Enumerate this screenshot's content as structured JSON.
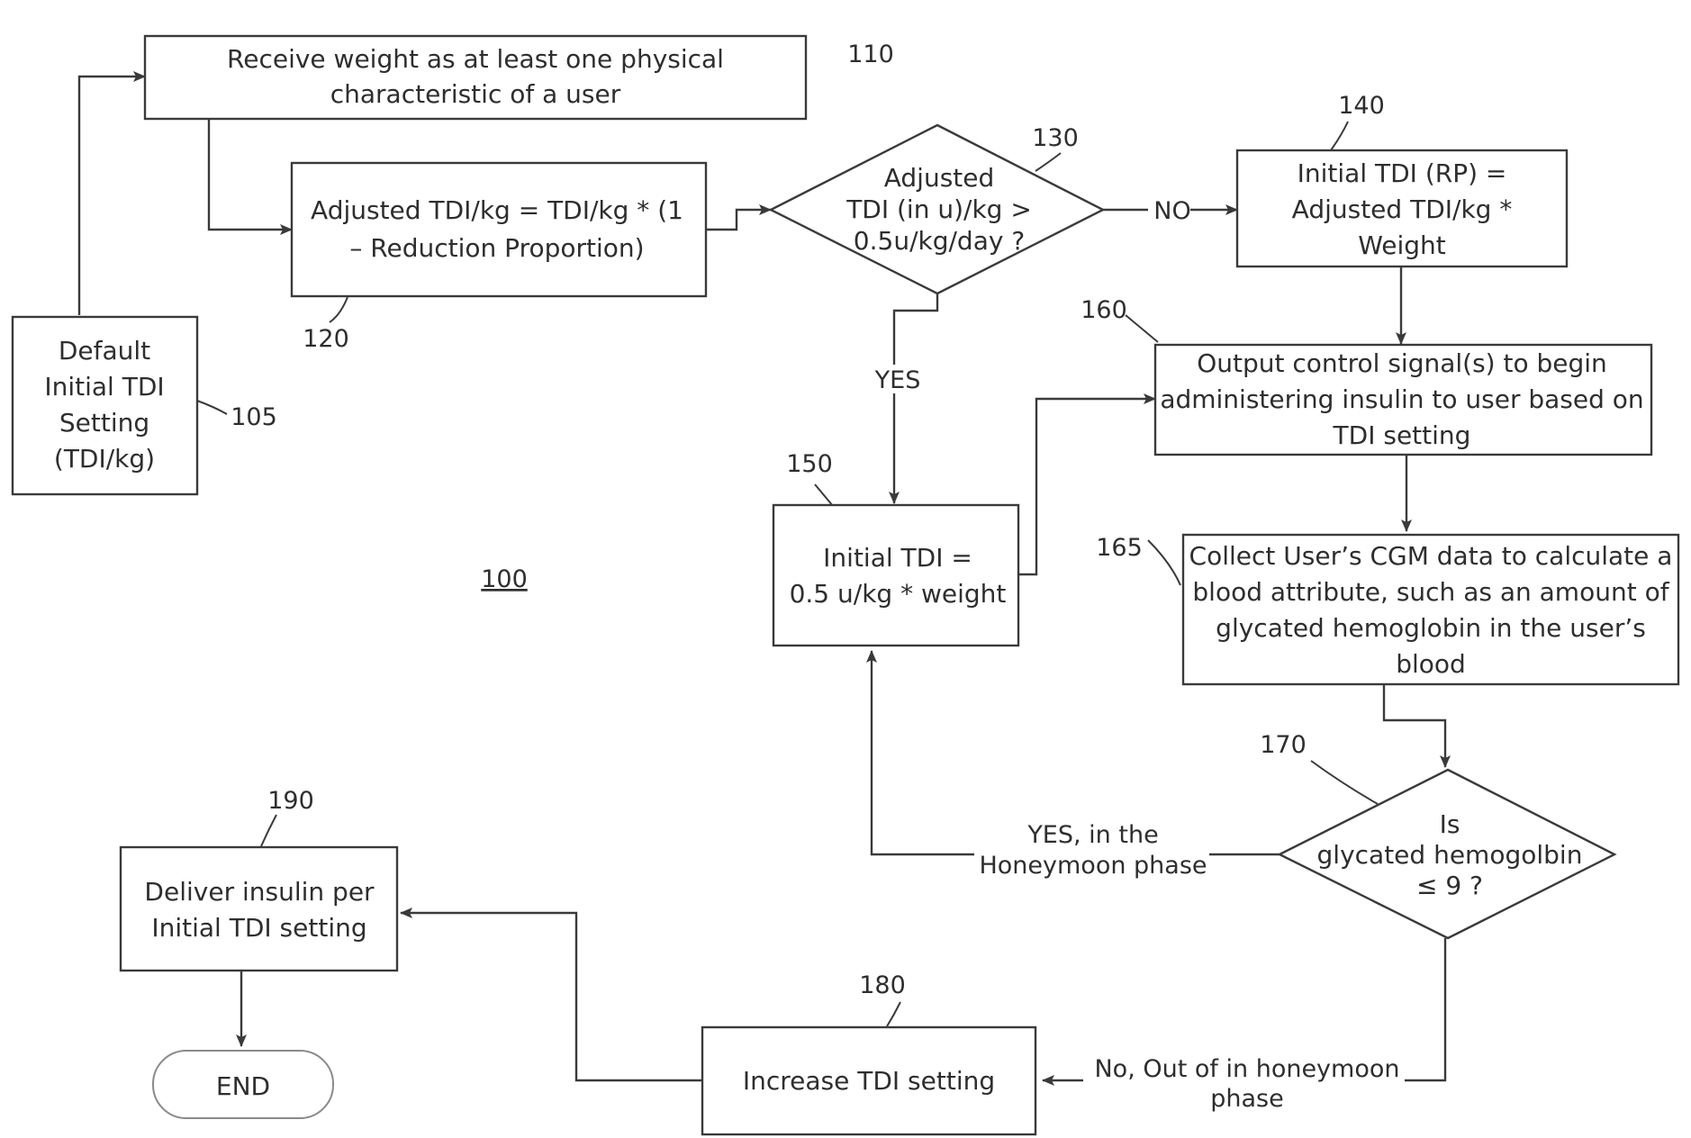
{
  "figure_ref": "100",
  "nodes": {
    "n105": {
      "ref": "105",
      "lines": [
        "Default",
        "Initial TDI",
        "Setting",
        "(TDI/kg)"
      ]
    },
    "n110": {
      "ref": "110",
      "lines": [
        "Receive weight as at least one physical",
        "characteristic of a user"
      ]
    },
    "n120": {
      "ref": "120",
      "lines": [
        "Adjusted TDI/kg =   TDI/kg * (1",
        "– Reduction Proportion)"
      ]
    },
    "n130": {
      "ref": "130",
      "lines": [
        "Adjusted",
        "TDI (in u)/kg >",
        "0.5u/kg/day ?"
      ]
    },
    "n140": {
      "ref": "140",
      "lines": [
        "Initial TDI (RP) =",
        "Adjusted TDI/kg *",
        "Weight"
      ]
    },
    "n150": {
      "ref": "150",
      "lines": [
        "Initial TDI =",
        "0.5 u/kg * weight"
      ]
    },
    "n160": {
      "ref": "160",
      "lines": [
        "Output control signal(s) to begin",
        "administering insulin to user based on",
        "TDI setting"
      ]
    },
    "n165": {
      "ref": "165",
      "lines": [
        "Collect User’s CGM data to calculate a",
        "blood attribute, such as an amount of",
        "glycated hemoglobin in the user’s",
        "blood"
      ]
    },
    "n170": {
      "ref": "170",
      "lines": [
        "Is",
        "glycated hemogolbin",
        "≤ 9 ?"
      ]
    },
    "n180": {
      "ref": "180",
      "lines": [
        "Increase TDI setting"
      ]
    },
    "n190": {
      "ref": "190",
      "lines": [
        "Deliver insulin per",
        "Initial TDI setting"
      ]
    },
    "end": {
      "lines": [
        "END"
      ]
    }
  },
  "edge_labels": {
    "no_130": "NO",
    "yes_130": "YES",
    "yes_170": [
      "YES, in the",
      "Honeymoon phase"
    ],
    "no_170": [
      "No, Out of in honeymoon",
      "phase"
    ]
  }
}
